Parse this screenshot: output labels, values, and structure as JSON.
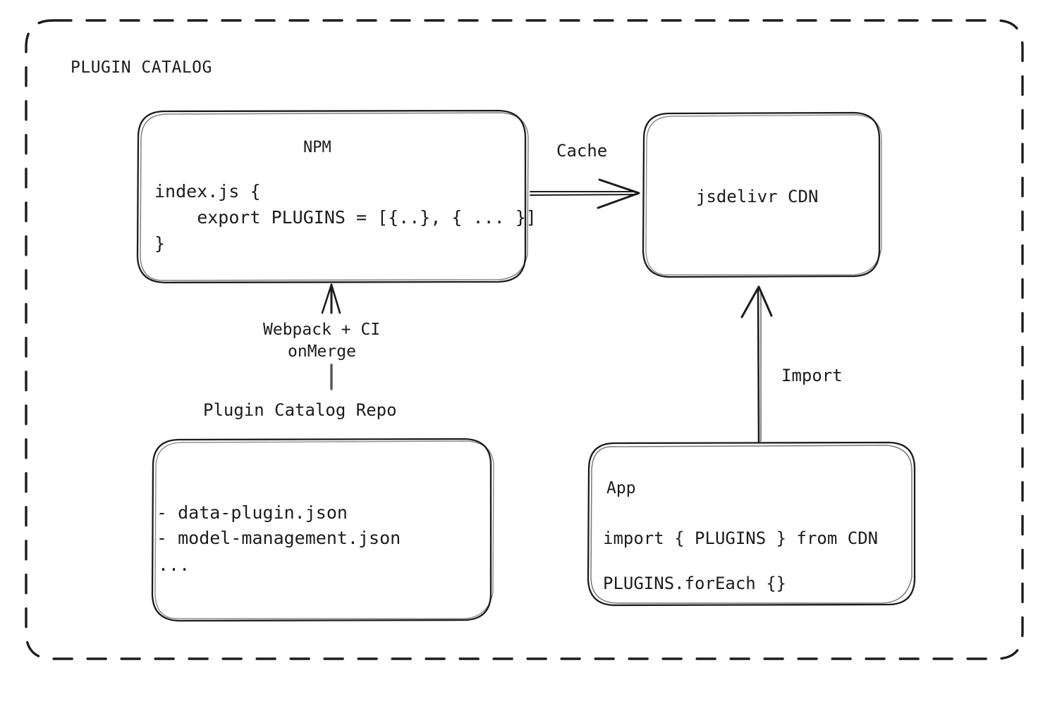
{
  "diagram": {
    "title": "PLUGIN CATALOG",
    "stroke_color": "#1c1c1c",
    "background_color": "#ffffff",
    "nodes": {
      "npm": {
        "title": "NPM",
        "code_lines": [
          "index.js {",
          "    export PLUGINS = [{..}, { ... }]",
          "}"
        ]
      },
      "cdn": {
        "title": "jsdelivr CDN"
      },
      "repo": {
        "caption": "Plugin Catalog Repo",
        "items": [
          "- data-plugin.json",
          "- model-management.json",
          "..."
        ]
      },
      "app": {
        "title": "App",
        "code_lines": [
          "import { PLUGINS } from CDN",
          "PLUGINS.forEach {}"
        ]
      }
    },
    "edges": {
      "cache": {
        "label": "Cache",
        "from": "npm",
        "to": "cdn",
        "direction": "right"
      },
      "build": {
        "label_line_1": "Webpack + CI",
        "label_line_2": "onMerge",
        "from": "repo",
        "to": "npm",
        "direction": "up"
      },
      "import": {
        "label": "Import",
        "from": "app",
        "to": "cdn",
        "direction": "up"
      }
    }
  }
}
